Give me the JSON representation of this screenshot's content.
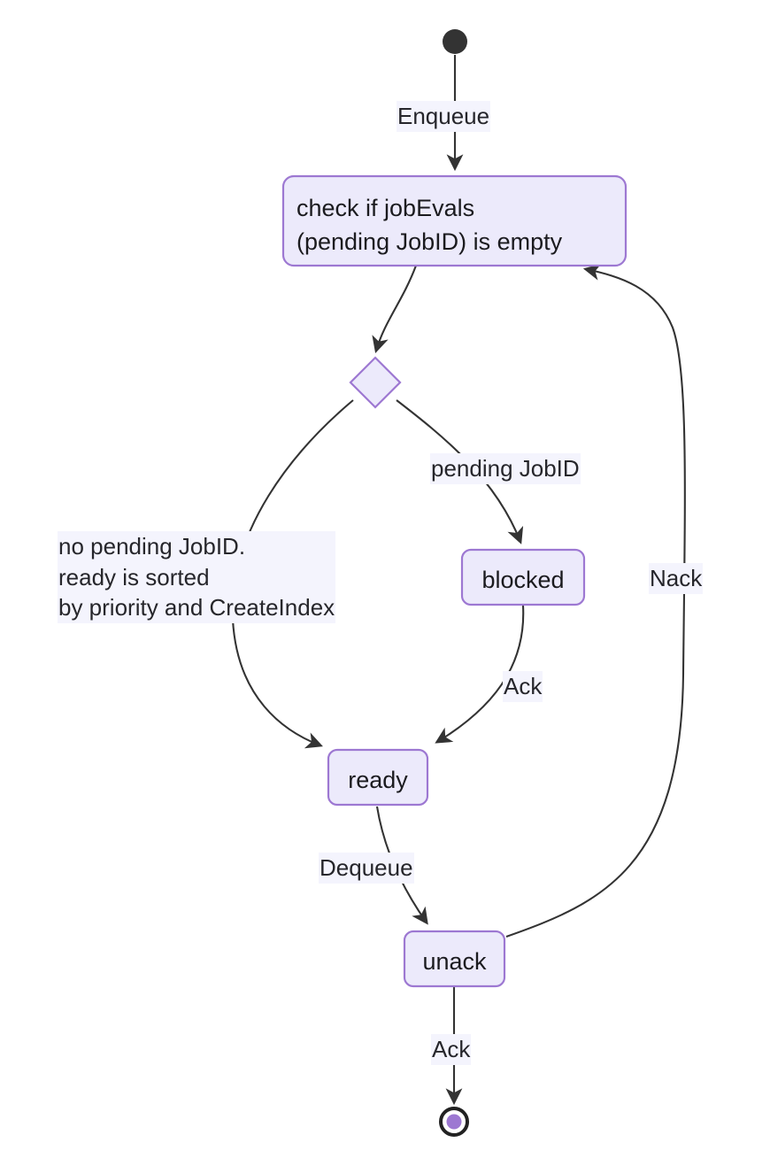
{
  "diagram": {
    "type": "state-diagram",
    "title": "",
    "colors": {
      "node_fill": "#ECEAFB",
      "node_border": "#9D78D2",
      "edge_stroke": "#333333",
      "label_background": "#F4F4FD",
      "text": "#1b1b1f",
      "start_node": "#333333",
      "end_node_inner": "#9D78D2"
    },
    "nodes": [
      {
        "id": "start",
        "kind": "start-state",
        "label": ""
      },
      {
        "id": "check",
        "kind": "state",
        "label": "check if jobEvals\n(pending JobID) is empty"
      },
      {
        "id": "choice",
        "kind": "choice",
        "label": ""
      },
      {
        "id": "blocked",
        "kind": "state",
        "label": "blocked"
      },
      {
        "id": "ready",
        "kind": "state",
        "label": "ready"
      },
      {
        "id": "unack",
        "kind": "state",
        "label": "unack"
      },
      {
        "id": "end",
        "kind": "end-state",
        "label": ""
      }
    ],
    "edges": [
      {
        "id": "start-check",
        "from": "start",
        "to": "check",
        "label": "Enqueue"
      },
      {
        "id": "check-choice",
        "from": "check",
        "to": "choice",
        "label": ""
      },
      {
        "id": "choice-blocked",
        "from": "choice",
        "to": "blocked",
        "label": "pending JobID"
      },
      {
        "id": "choice-ready",
        "from": "choice",
        "to": "ready",
        "label": "no pending JobID.\nready is sorted\nby priority and CreateIndex"
      },
      {
        "id": "blocked-ready",
        "from": "blocked",
        "to": "ready",
        "label": "Ack"
      },
      {
        "id": "ready-unack",
        "from": "ready",
        "to": "unack",
        "label": "Dequeue"
      },
      {
        "id": "unack-check",
        "from": "unack",
        "to": "check",
        "label": "Nack"
      },
      {
        "id": "unack-end",
        "from": "unack",
        "to": "end",
        "label": "Ack"
      }
    ]
  }
}
